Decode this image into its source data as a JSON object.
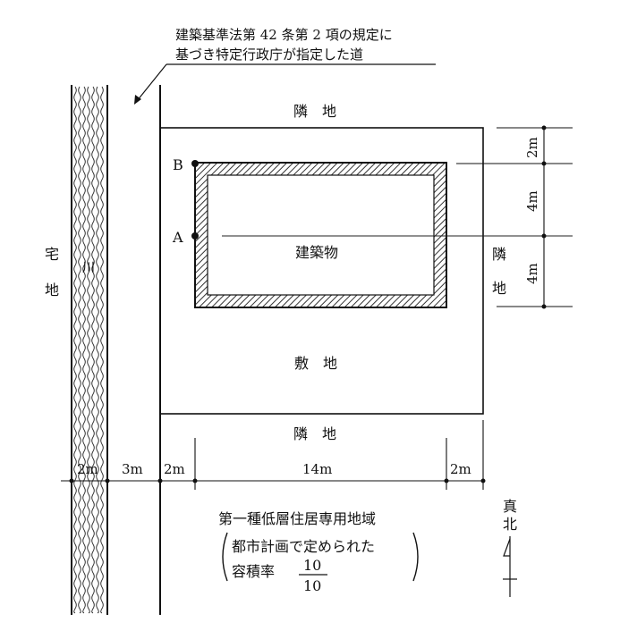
{
  "road_note": {
    "line1": "建築基準法第 42 条第 2 項の規定に",
    "line2": "基づき特定行政庁が指定した道"
  },
  "labels": {
    "neighbor_top": "隣　地",
    "neighbor_bottom": "隣　地",
    "neighbor_right_1": "隣",
    "neighbor_right_2": "地",
    "residential_1": "宅",
    "residential_2": "地",
    "river_1": "川",
    "building": "建築物",
    "site": "敷　地",
    "point_a": "A",
    "point_b": "B",
    "north_1": "真",
    "north_2": "北"
  },
  "dimensions": {
    "right": [
      "2m",
      "4m",
      "4m"
    ],
    "bottom": [
      "2m",
      "3m",
      "2m",
      "14m",
      "2m"
    ]
  },
  "zone": {
    "name": "第一種低層住居専用地域",
    "note": "都市計画で定められた",
    "far_label": "容積率",
    "far_numerator": "10",
    "far_denominator": "10"
  }
}
